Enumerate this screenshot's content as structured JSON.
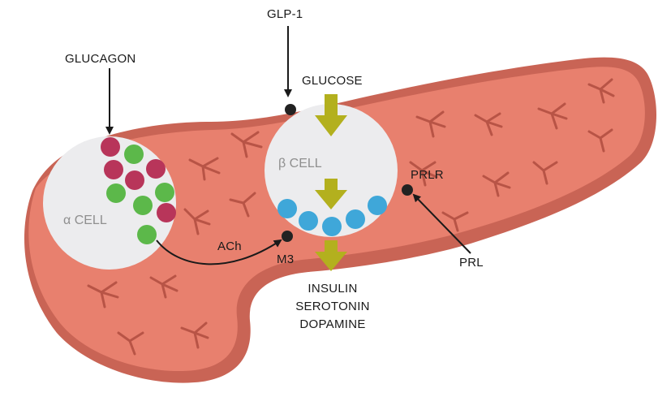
{
  "diagram": {
    "labels": {
      "glp1": "GLP-1",
      "glucagon": "GLUCAGON",
      "glucose": "GLUCOSE",
      "alpha_cell": "α CELL",
      "beta_cell": "β CELL",
      "prlr": "PRLR",
      "prl": "PRL",
      "ach": "ACh",
      "m3": "M3"
    },
    "outputs": [
      "INSULIN",
      "SEROTONIN",
      "DOPAMINE"
    ],
    "colors": {
      "pancreas": "#e8806e",
      "pancreas_shadow": "#c96455",
      "lobule_lines": "#b85446",
      "cell_fill": "#ececee",
      "alpha_granule_magenta": "#b8355a",
      "alpha_granule_green": "#5cb84a",
      "beta_granule_blue": "#3fa7d9",
      "glucose_arrow": "#b3b01e",
      "receptor": "#222222"
    }
  }
}
